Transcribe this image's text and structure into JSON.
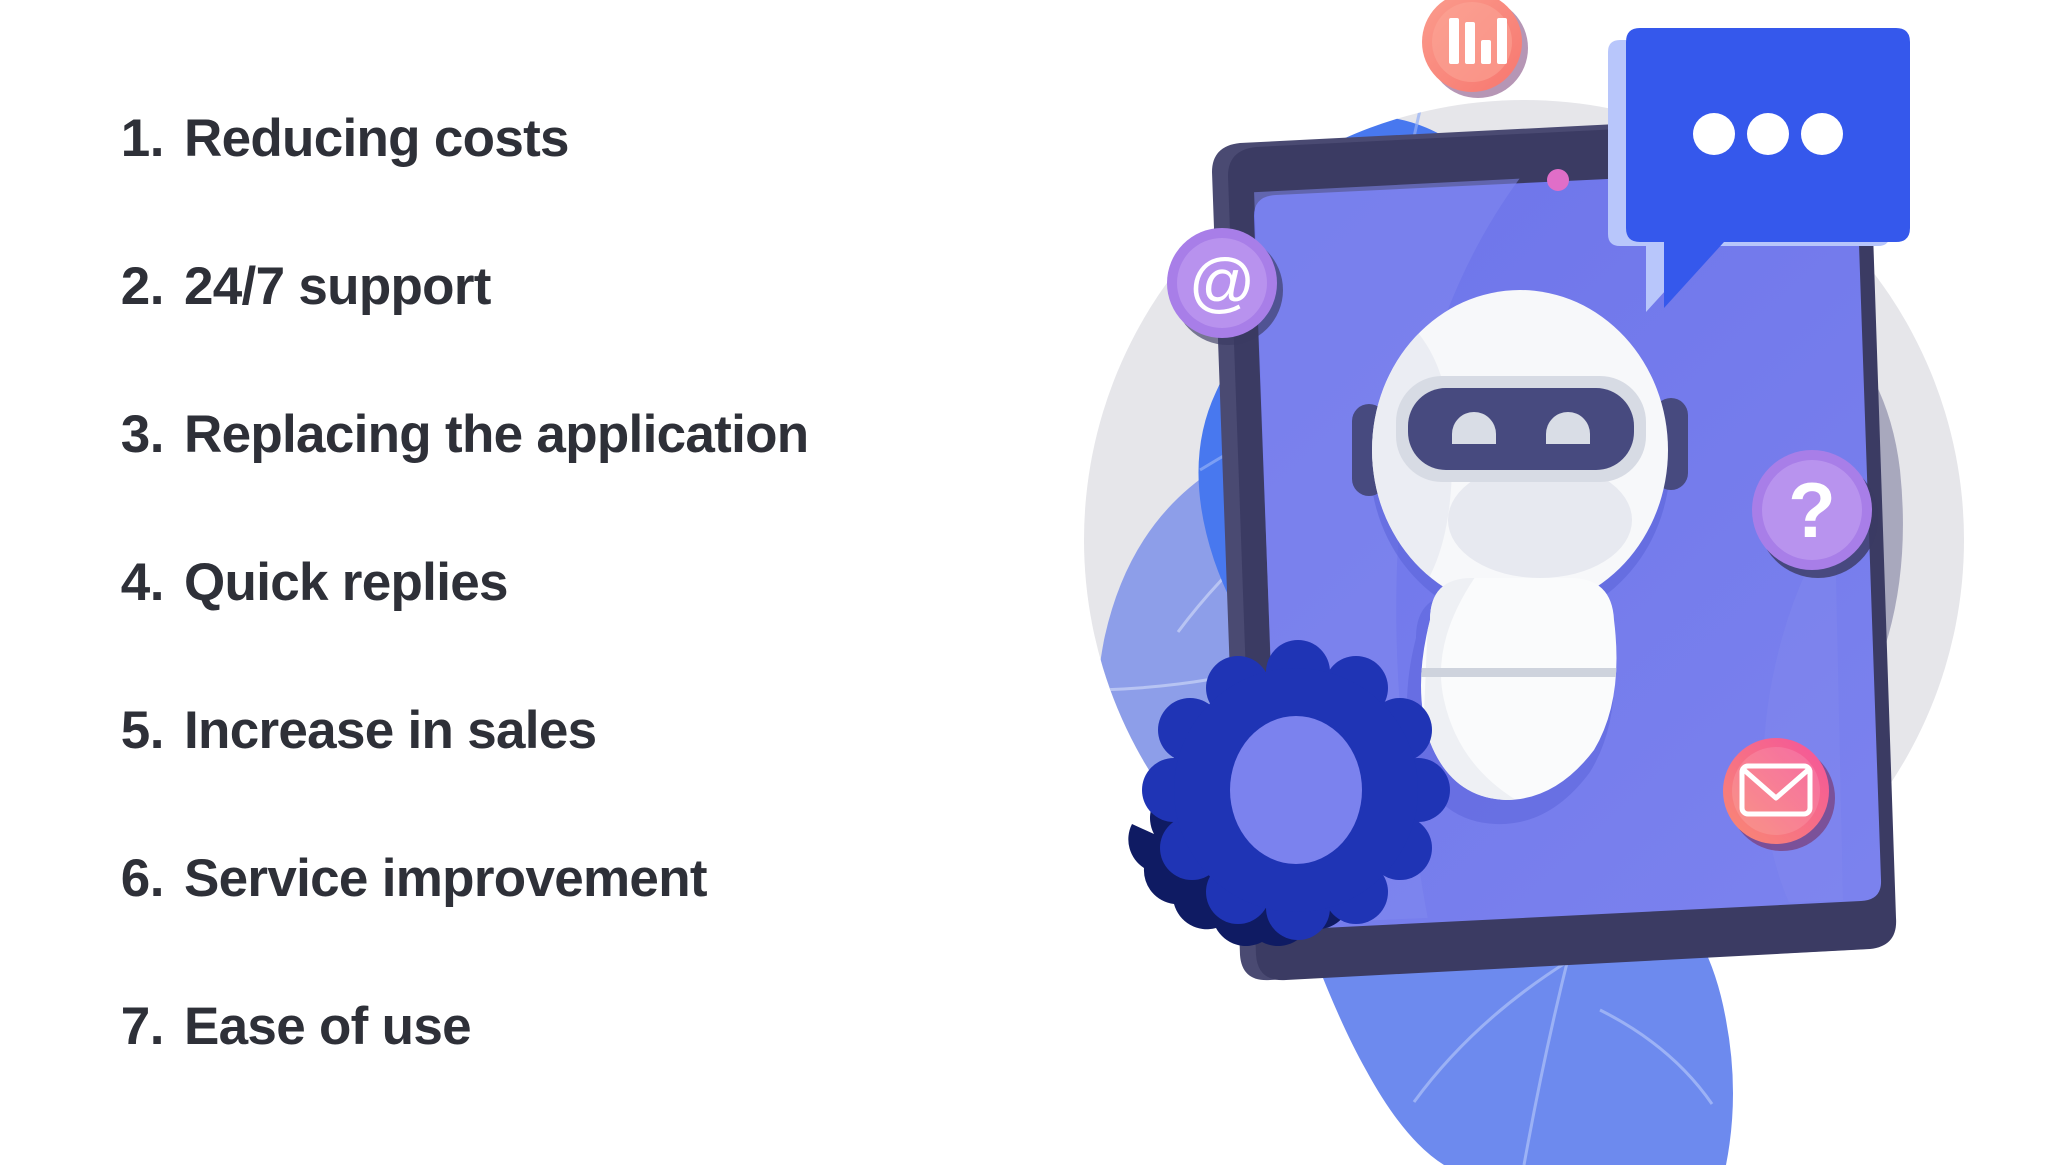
{
  "slide": {
    "background_color": "#ffffff",
    "text_color": "#2e3038"
  },
  "benefits": {
    "items": [
      {
        "number": "1.",
        "label": "Reducing costs"
      },
      {
        "number": "2.",
        "label": "24/7 support"
      },
      {
        "number": "3.",
        "label": "Replacing the application"
      },
      {
        "number": "4.",
        "label": "Quick replies"
      },
      {
        "number": "5.",
        "label": "Increase in sales"
      },
      {
        "number": "6.",
        "label": "Service improvement"
      },
      {
        "number": "7.",
        "label": "Ease of use"
      }
    ]
  },
  "illustration": {
    "name": "chatbot-on-smartphone-illustration",
    "colors": {
      "circle_backdrop": "#e6e6ea",
      "blue_blob": "#4878ef",
      "bottom_wave": "#6d8aee",
      "leaf_left": "#8d9ee9",
      "leaf_right": "#a8a8bd",
      "phone_bezel": "#3b3b63",
      "phone_bezel_edge": "#4a4a72",
      "phone_screen": "#6f76ea",
      "phone_screen_shade": "#8288ee",
      "camera_dot": "#e06ec8",
      "robot_head": "#f7f8fa",
      "robot_visor": "#474a7f",
      "robot_eye": "#d9dde6",
      "gear": "#1f34b5",
      "gear_shadow": "#0f1b63",
      "bubble": "#3558ec",
      "bubble_outline": "#b8c6fb"
    },
    "badges": [
      {
        "name": "chart-badge",
        "icon": "bar-chart-icon",
        "fill": "#f9887f",
        "glyph": "bars"
      },
      {
        "name": "mention-badge",
        "icon": "at-sign-icon",
        "fill": "#a87ee8",
        "glyph": "@"
      },
      {
        "name": "help-badge",
        "icon": "question-mark-icon",
        "fill": "#a87ee8",
        "glyph": "?"
      },
      {
        "name": "email-badge",
        "icon": "envelope-icon",
        "fill": "#f4698f",
        "glyph": "envelope"
      }
    ],
    "chat_bubble": {
      "name": "typing-chat-bubble",
      "dots": 3,
      "dot_color": "#ffffff"
    },
    "phone": {
      "name": "smartphone",
      "camera_dot": true
    },
    "robot": {
      "name": "chatbot-robot-avatar",
      "eyes": 2
    },
    "gear": {
      "name": "settings-gear",
      "teeth": 12
    }
  }
}
